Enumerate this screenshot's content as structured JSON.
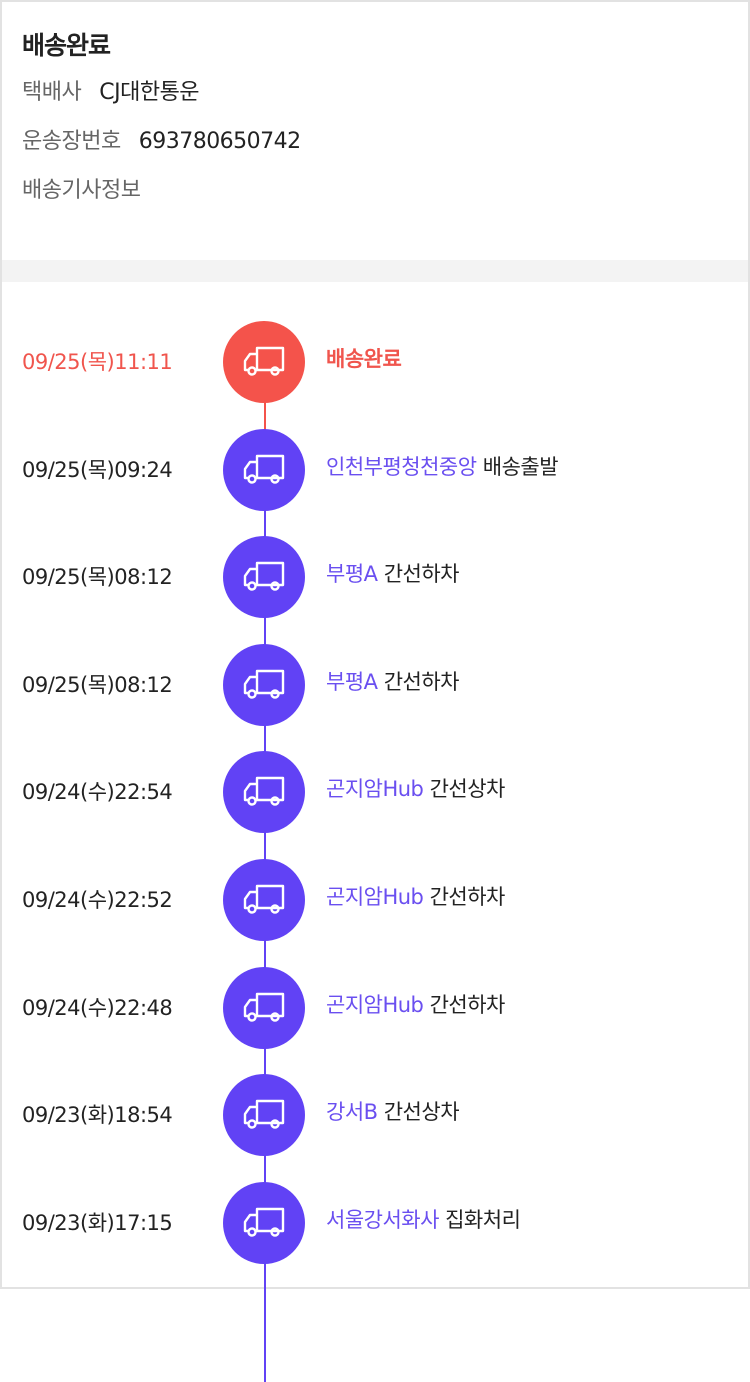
{
  "header": {
    "title": "배송완료",
    "carrier_label": "택배사",
    "carrier": "CJ대한통운",
    "tracking_label": "운송장번호",
    "tracking_number": "693780650742",
    "driver_info_label": "배송기사정보"
  },
  "colors": {
    "current": "#f4534b",
    "past": "#6142f5"
  },
  "events": [
    {
      "time": "09/25(목)11:11",
      "location": "",
      "status": "배송완료",
      "current": true
    },
    {
      "time": "09/25(목)09:24",
      "location": "인천부평청천중앙",
      "status": "배송출발"
    },
    {
      "time": "09/25(목)08:12",
      "location": "부평A",
      "status": "간선하차"
    },
    {
      "time": "09/25(목)08:12",
      "location": "부평A",
      "status": "간선하차"
    },
    {
      "time": "09/24(수)22:54",
      "location": "곤지암Hub",
      "status": "간선상차"
    },
    {
      "time": "09/24(수)22:52",
      "location": "곤지암Hub",
      "status": "간선하차"
    },
    {
      "time": "09/24(수)22:48",
      "location": "곤지암Hub",
      "status": "간선하차"
    },
    {
      "time": "09/23(화)18:54",
      "location": "강서B",
      "status": "간선상차"
    },
    {
      "time": "09/23(화)17:15",
      "location": "서울강서화사",
      "status": "집화처리"
    }
  ]
}
